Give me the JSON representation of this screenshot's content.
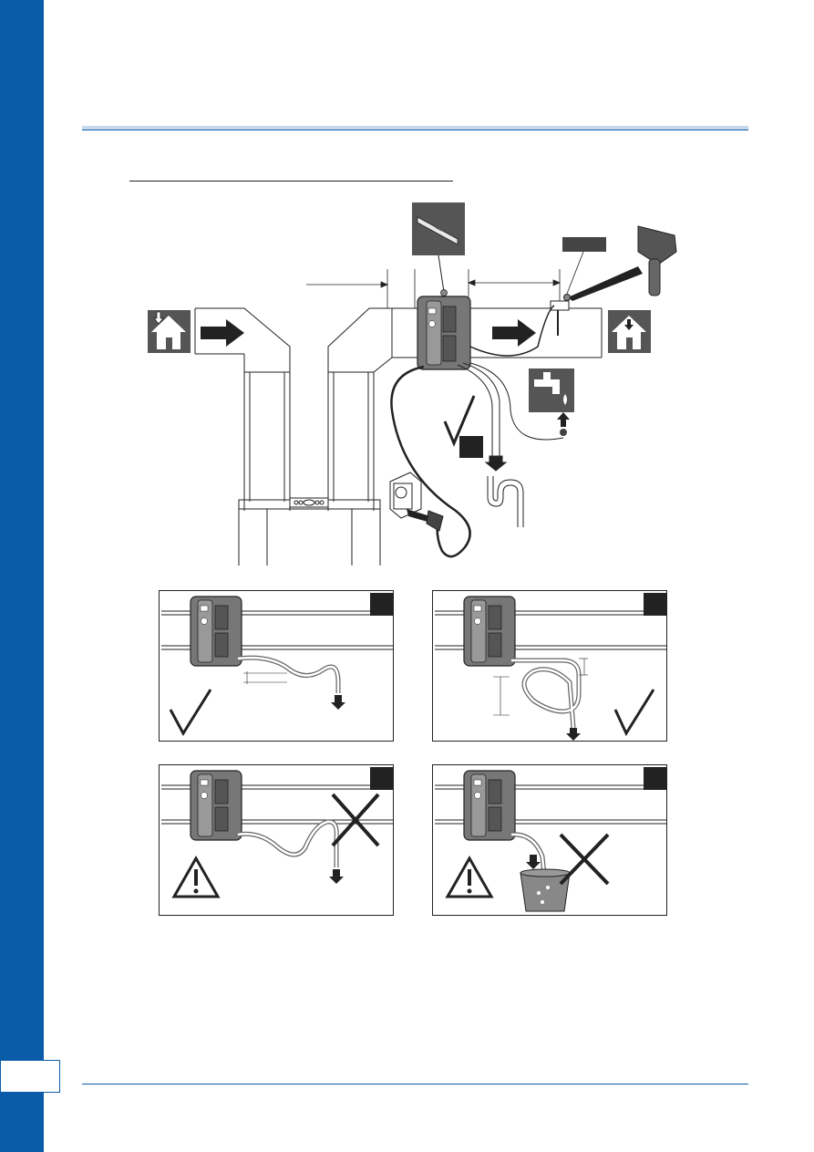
{
  "page": {
    "side_bar_color": "#0a5ca8",
    "accent_color": "#0a5ca8"
  },
  "figure": {
    "icons": [
      "house-in-icon",
      "arrow-right-icon",
      "house-out-icon",
      "faucet-icon",
      "power-socket-icon",
      "spirit-level-icon",
      "sensor-icon",
      "checkmark-icon",
      "cross-icon",
      "warning-icon"
    ]
  },
  "panels": [
    {
      "id": "a",
      "verdict": "ok"
    },
    {
      "id": "b",
      "verdict": "ok"
    },
    {
      "id": "c",
      "verdict": "wrong"
    },
    {
      "id": "d",
      "verdict": "wrong"
    }
  ]
}
